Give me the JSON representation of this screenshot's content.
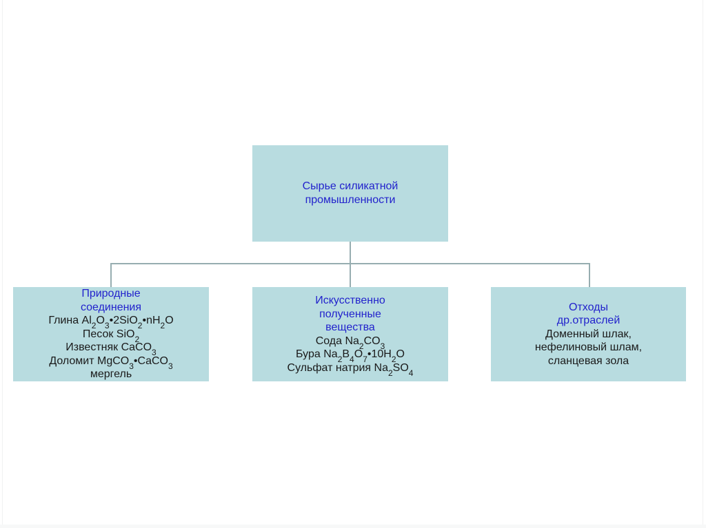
{
  "colors": {
    "slide_bg": "#ffffff",
    "frame_border": "#f0f1f1",
    "frame_strip": "#f7f8f8",
    "box_fill": "#b8dce0",
    "title_text": "#2222cc",
    "body_text": "#1a1a1a",
    "connector": "#96adb0"
  },
  "diagram": {
    "root": {
      "title_lines": [
        "Сырье силикатной",
        "промышленности"
      ]
    },
    "children": [
      {
        "title_lines": [
          "Природные",
          "соединения"
        ],
        "body_lines": [
          [
            "Глина Al",
            "2",
            "O",
            "3",
            "•2SiO",
            "2",
            "•nH",
            "2",
            "O"
          ],
          [
            "Песок SiO",
            "2"
          ],
          [
            "Известняк CaCO",
            "3"
          ],
          [
            "Доломит MgCO",
            "3",
            "•CaCO",
            "3"
          ],
          [
            "мергель"
          ]
        ]
      },
      {
        "title_lines": [
          "Искусственно",
          "полученные",
          "вещества"
        ],
        "body_lines": [
          [
            "Сода Na",
            "2",
            "CO",
            "3"
          ],
          [
            "Бура Na",
            "2",
            "B",
            "4",
            "O",
            "7",
            "•10H",
            "2",
            "O"
          ],
          [
            "Сульфат натрия Na",
            "2",
            "SO",
            "4"
          ]
        ]
      },
      {
        "title_lines": [
          "Отходы",
          "др.отраслей"
        ],
        "body_lines": [
          [
            "Доменный шлак,"
          ],
          [
            "нефелиновый шлам,"
          ],
          [
            "сланцевая зола"
          ]
        ]
      }
    ]
  }
}
